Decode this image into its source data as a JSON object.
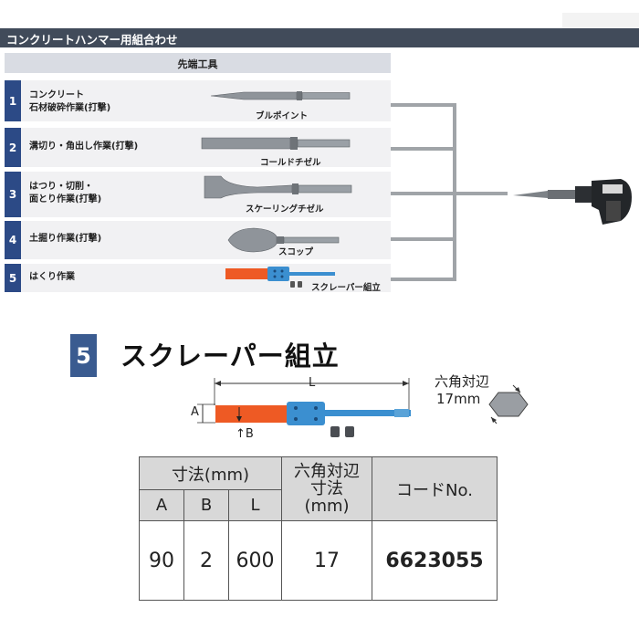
{
  "header": {
    "title": "コンクリートハンマー用組合わせ"
  },
  "tools_table": {
    "header": "先端工具",
    "rows": [
      {
        "num": "1",
        "label_lines": [
          "コンクリート",
          "石材破砕作業(打撃)"
        ],
        "tool_name": "ブルポイント"
      },
      {
        "num": "2",
        "label_lines": [
          "溝切り・角出し作業(打撃)"
        ],
        "tool_name": "コールドチゼル"
      },
      {
        "num": "3",
        "label_lines": [
          "はつり・切削・",
          "面とり作業(打撃)"
        ],
        "tool_name": "スケーリングチゼル"
      },
      {
        "num": "4",
        "label_lines": [
          "土掘り作業(打撃)"
        ],
        "tool_name": "スコップ"
      },
      {
        "num": "5",
        "label_lines": [
          "はくり作業"
        ],
        "tool_name": "スクレーパー組立"
      }
    ]
  },
  "section": {
    "num": "5",
    "title": "スクレーパー組立"
  },
  "diagram": {
    "dim_L": "L",
    "dim_A": "A",
    "dim_B": "↑B",
    "hex_label_1": "六角対辺",
    "hex_label_2": "17mm"
  },
  "spec_table": {
    "dim_header": "寸法(mm)",
    "col_a": "A",
    "col_b": "B",
    "col_l": "L",
    "hex_header_1": "六角対辺",
    "hex_header_2": "寸法",
    "hex_header_3": "(mm)",
    "code_header": "コードNo.",
    "values": {
      "a": "90",
      "b": "2",
      "l": "600",
      "hex": "17",
      "code": "6623055"
    }
  },
  "colors": {
    "header_bar": "#414b5a",
    "number_badge": "#2c4a86",
    "scraper_blade": "#ee5a24",
    "scraper_shank": "#3b8fd0"
  }
}
